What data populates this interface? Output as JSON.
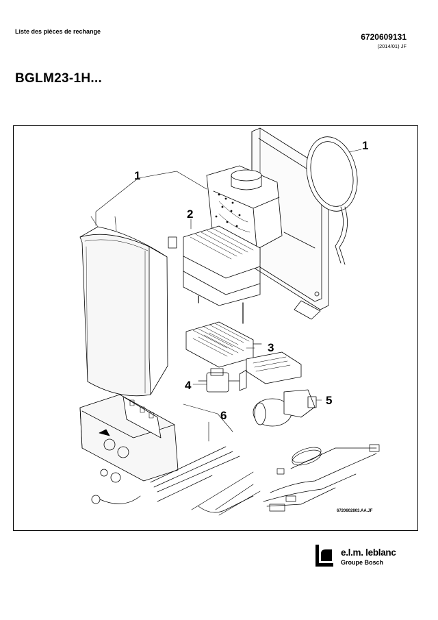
{
  "header": {
    "doc_label": "Liste des pièces de rechange",
    "doc_number": "6720609131",
    "doc_date": "(2014/01) JF"
  },
  "title": "BGLM23-1H...",
  "diagram": {
    "callouts": [
      "1",
      "1",
      "2",
      "3",
      "4",
      "5",
      "6"
    ],
    "drawing_ref": "6720602803.AA.JF"
  },
  "footer": {
    "brand": "e.l.m. leblanc",
    "group": "Groupe Bosch",
    "logo_icon": "elm-leblanc-logo-icon"
  }
}
